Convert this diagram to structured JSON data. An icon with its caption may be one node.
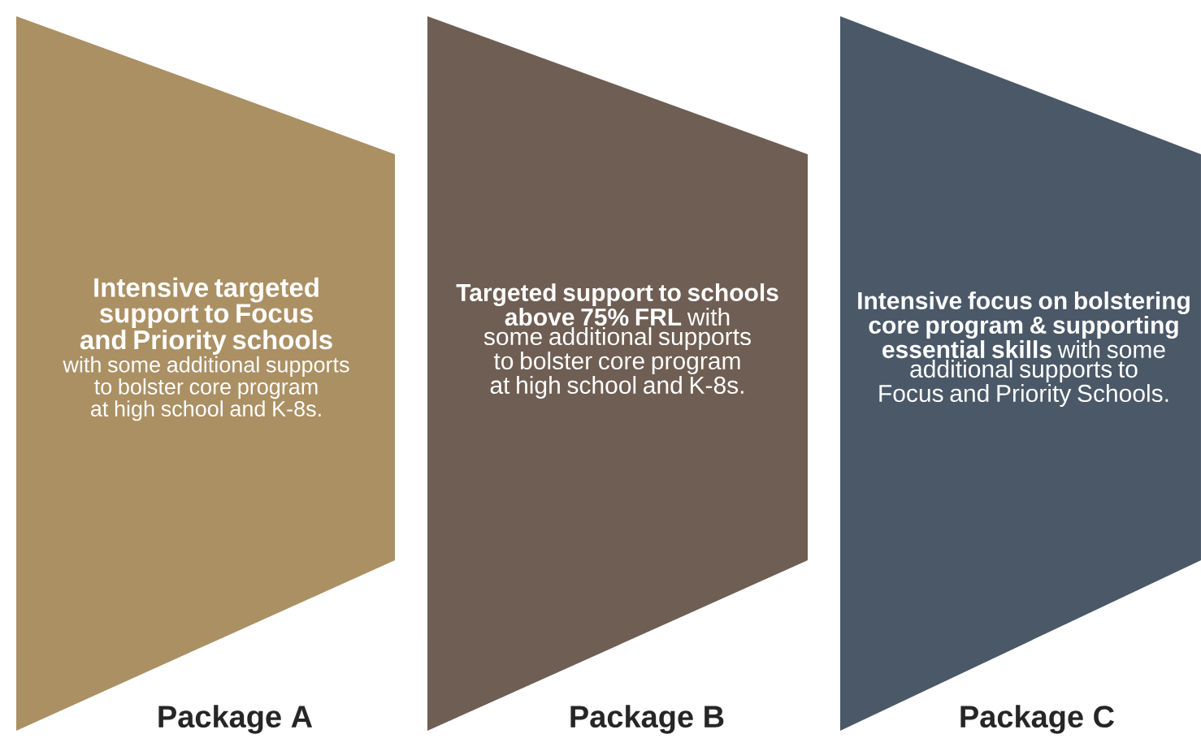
{
  "diagram": {
    "nodes": [
      {
        "text": [
          "Intensive targeted support to Focus and Priority schools",
          "with some additional supports to bolster core program at high school and K-8s."
        ],
        "beside": [
          "Package A"
        ]
      },
      {
        "text": [
          "**Targeted support to schools above 75% FRL** with some additional supports to bolster core program at high school and K-8s."
        ],
        "beside": [
          "Package B"
        ]
      },
      {
        "text": [
          "**Intensive focus on bolstering core program & supporting essential skills** with some additional supports to Focus and Priority Schools."
        ],
        "beside": [
          "Package C"
        ]
      }
    ]
  }
}
